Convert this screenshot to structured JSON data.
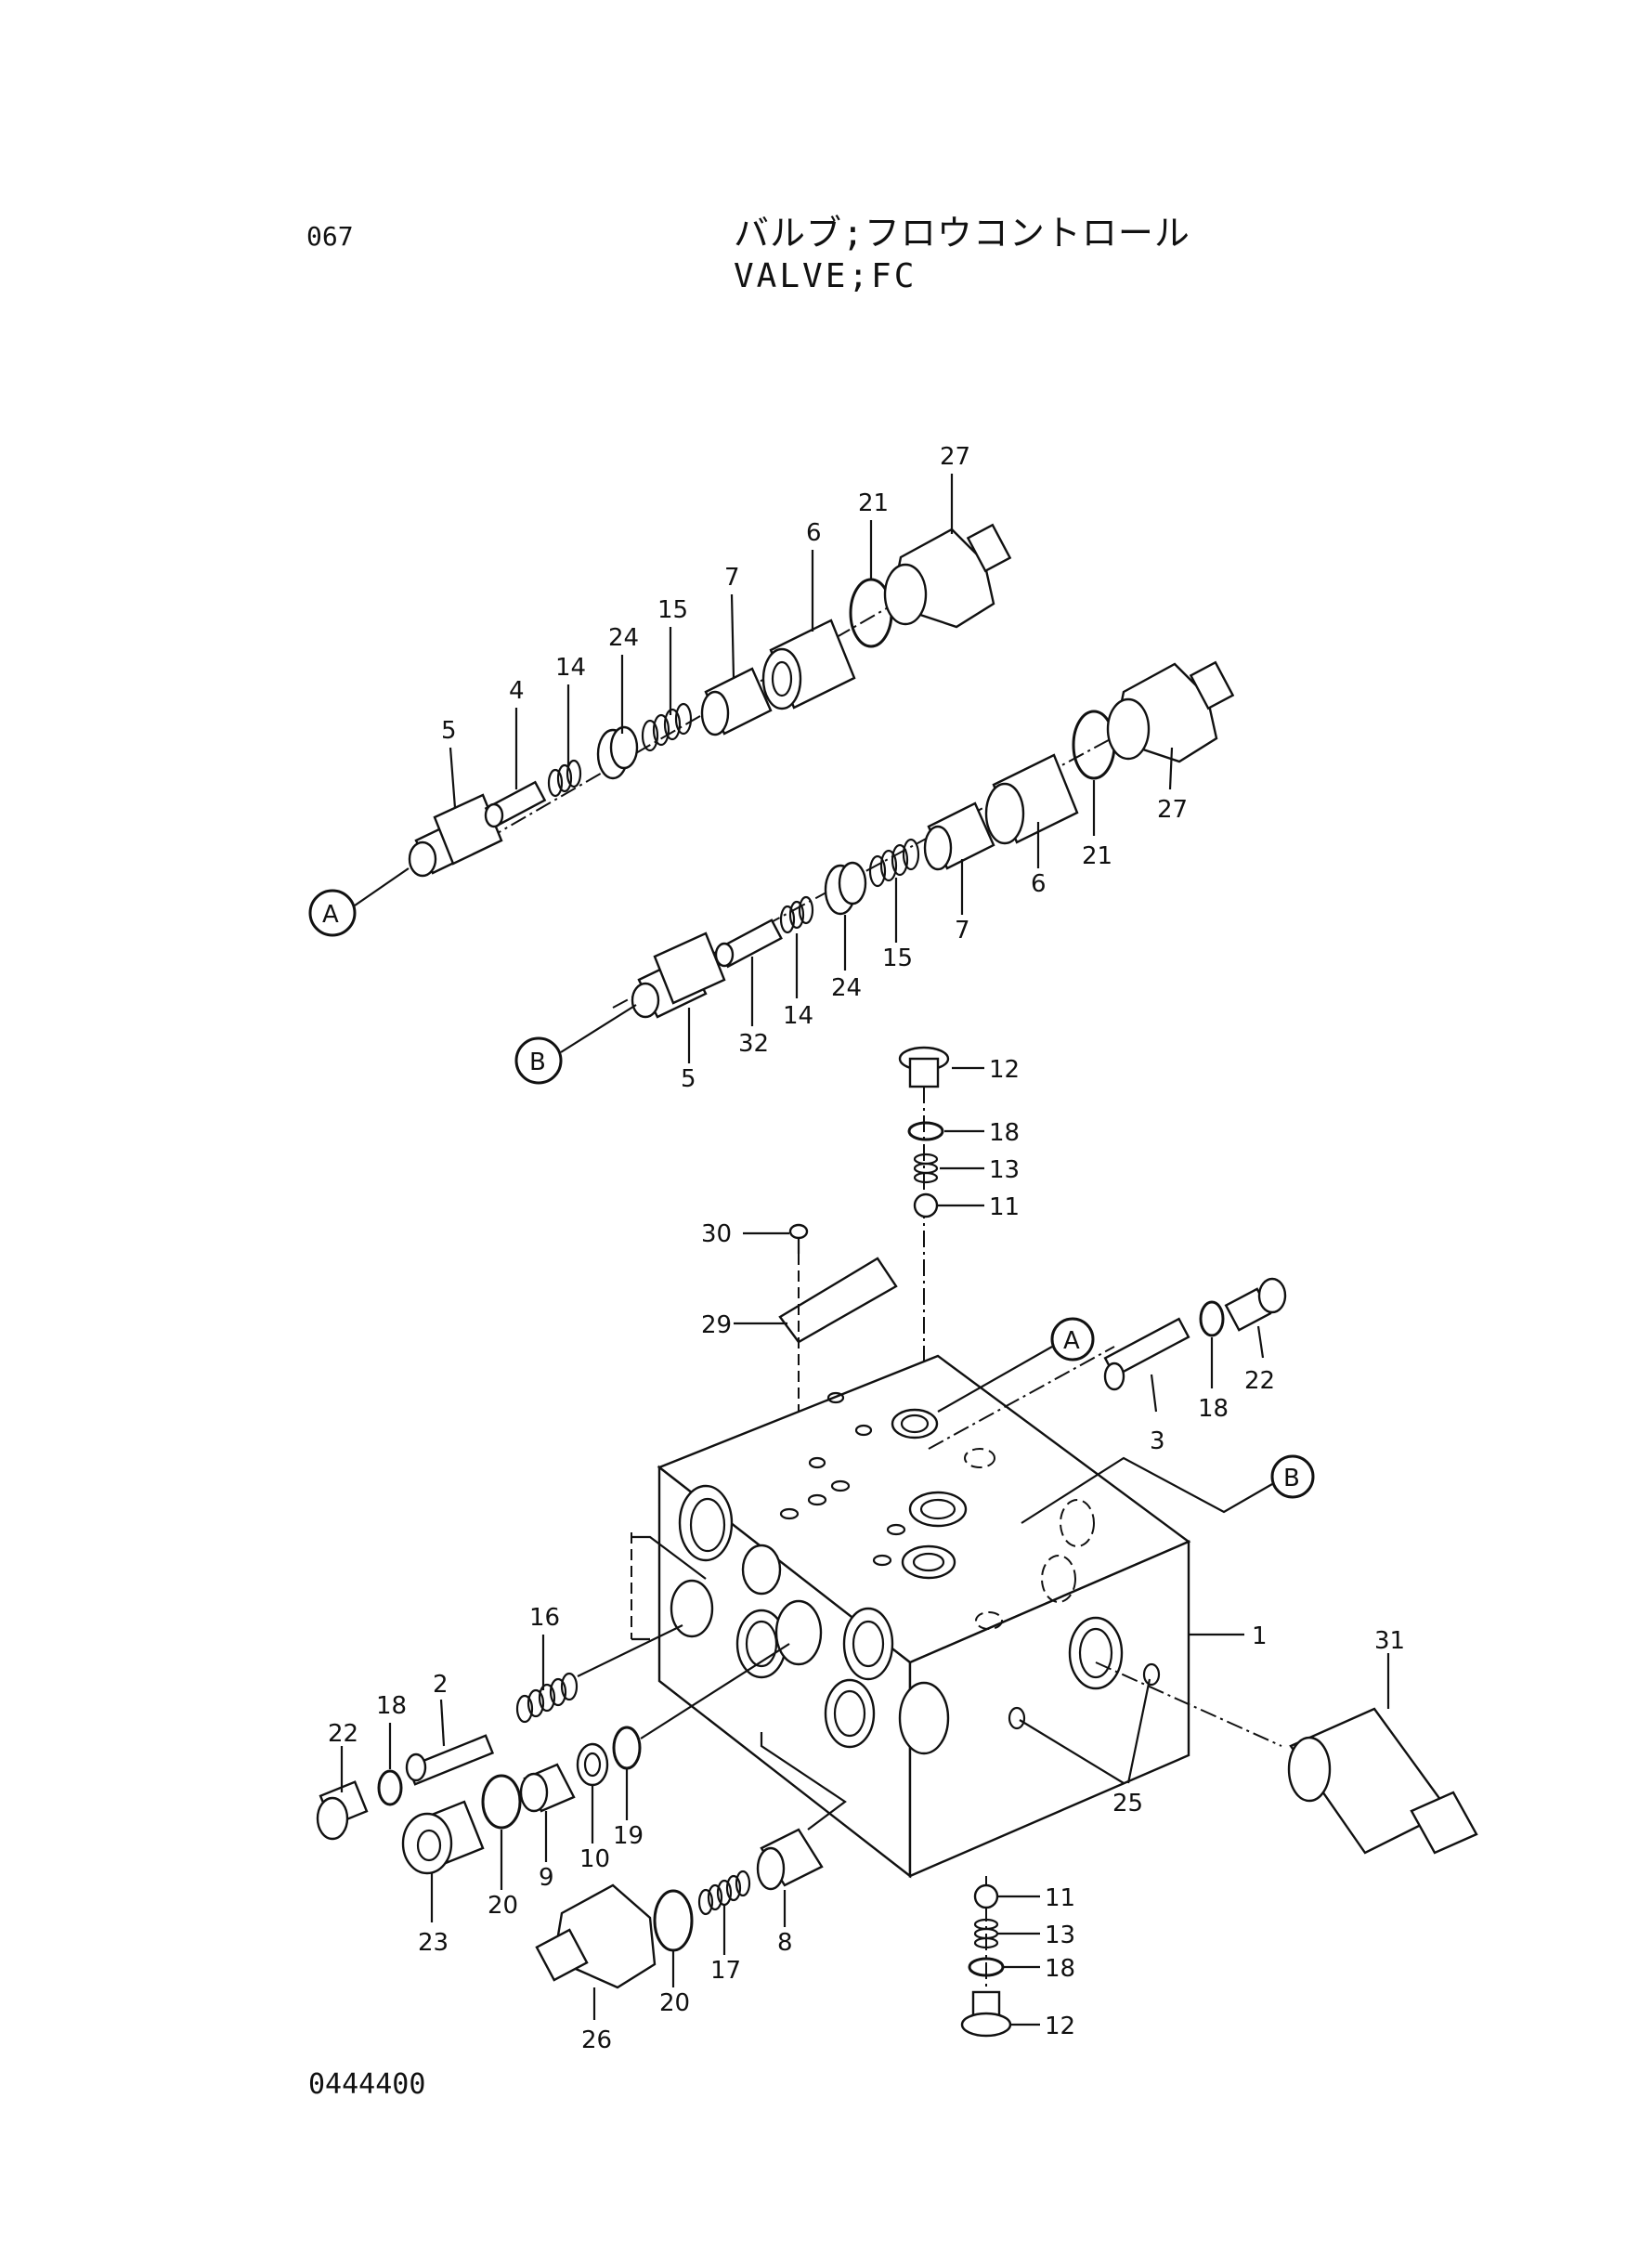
{
  "header": {
    "page_number": "067",
    "title_jp": "バルブ;フロウコントロール",
    "title_en": "VALVE;FC"
  },
  "footer": {
    "doc_code": "0444400"
  },
  "callouts": {
    "a1": "A",
    "b1": "B",
    "a2": "A",
    "b2": "B"
  },
  "labels": {
    "upper_27": "27",
    "upper_21": "21",
    "upper_6": "6",
    "upper_7": "7",
    "upper_15": "15",
    "upper_24": "24",
    "upper_14": "14",
    "upper_4": "4",
    "upper_5": "5",
    "mid_27": "27",
    "mid_21": "21",
    "mid_6": "6",
    "mid_7": "7",
    "mid_15": "15",
    "mid_24": "24",
    "mid_14": "14",
    "mid_32": "32",
    "mid_5": "5",
    "top_12": "12",
    "top_18": "18",
    "top_13": "13",
    "top_11": "11",
    "l30": "30",
    "l29": "29",
    "l3": "3",
    "r18": "18",
    "r22": "22",
    "l1": "1",
    "l16": "16",
    "l2": "2",
    "l18b": "18",
    "l22b": "22",
    "l23": "23",
    "l20": "20",
    "l9": "9",
    "l10": "10",
    "l19": "19",
    "l31": "31",
    "l25": "25",
    "l17": "17",
    "l8": "8",
    "l20b": "20",
    "l26": "26",
    "bot_11": "11",
    "bot_13": "13",
    "bot_18": "18",
    "bot_12": "12"
  }
}
